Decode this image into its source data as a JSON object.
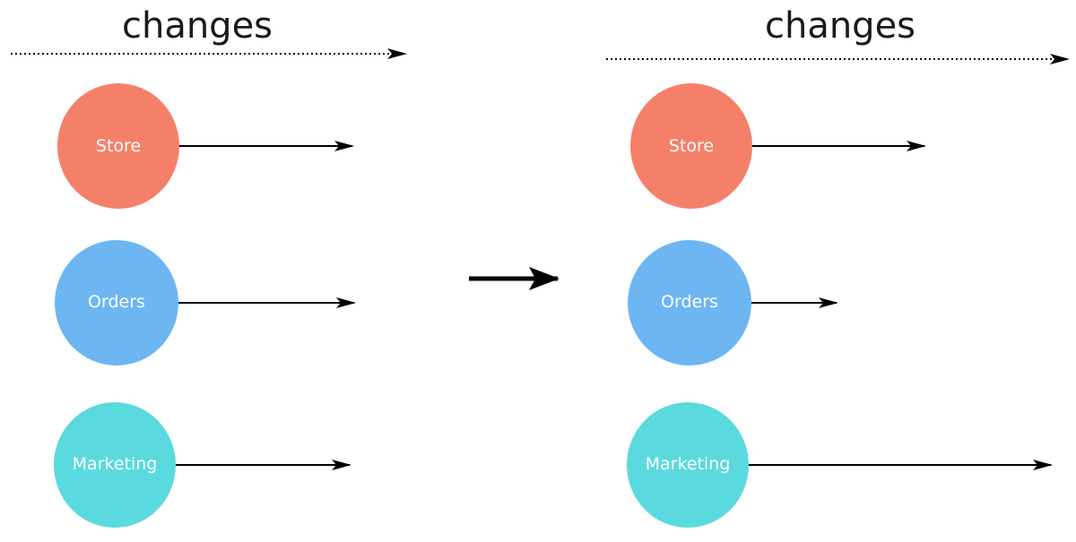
{
  "left": {
    "header": "changes",
    "nodes": [
      {
        "label": "Store",
        "color": "#F5806A"
      },
      {
        "label": "Orders",
        "color": "#6DB6F2"
      },
      {
        "label": "Marketing",
        "color": "#5ADADF"
      }
    ]
  },
  "right": {
    "header": "changes",
    "nodes": [
      {
        "label": "Store",
        "color": "#F5806A"
      },
      {
        "label": "Orders",
        "color": "#6DB6F2"
      },
      {
        "label": "Marketing",
        "color": "#5ADADF"
      }
    ]
  },
  "colors": {
    "line": "#000000",
    "text": "#1a1a1a",
    "label": "#ffffff"
  }
}
